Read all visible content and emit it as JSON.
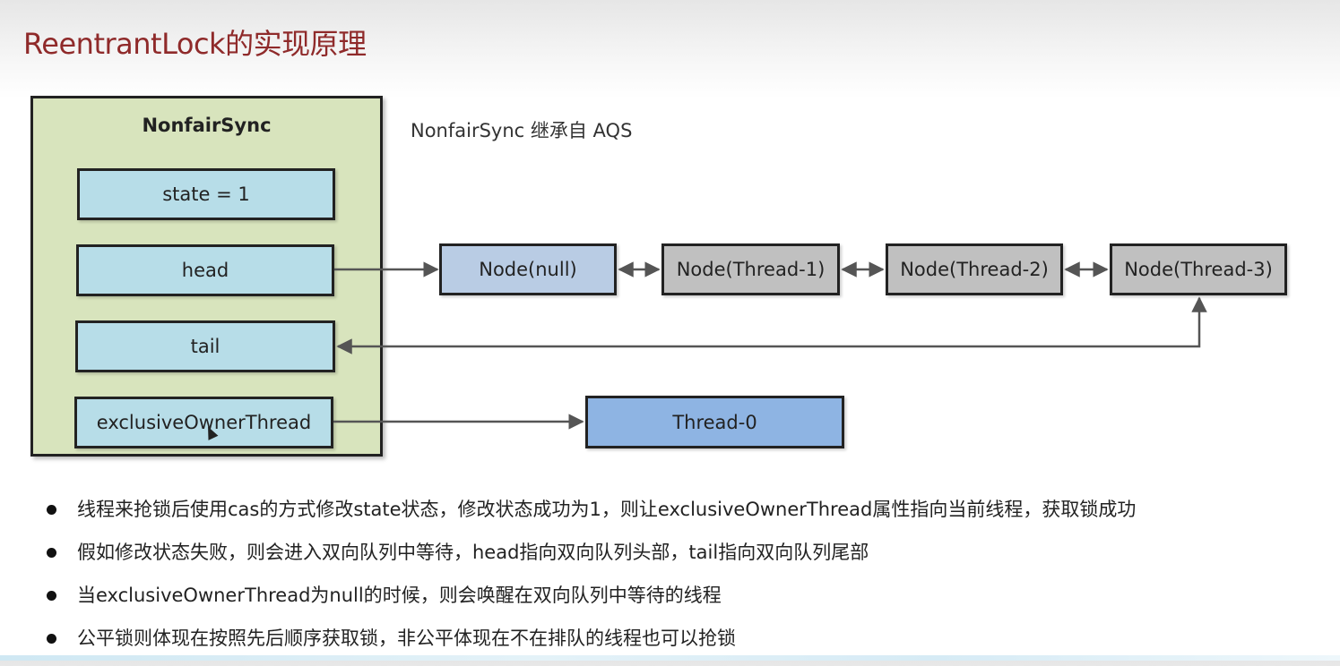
{
  "slide": {
    "title": "ReentrantLock的实现原理",
    "note": "NonfairSync 继承自 AQS"
  },
  "sync": {
    "title": "NonfairSync",
    "fields": {
      "state": "state = 1",
      "head": "head",
      "tail": "tail",
      "owner": "exclusiveOwnerThread"
    }
  },
  "queue": {
    "nodes": [
      "Node(null)",
      "Node(Thread-1)",
      "Node(Thread-2)",
      "Node(Thread-3)"
    ]
  },
  "owner_thread": "Thread-0",
  "bullets": [
    "线程来抢锁后使用cas的方式修改state状态，修改状态成功为1，则让exclusiveOwnerThread属性指向当前线程，获取锁成功",
    "假如修改状态失败，则会进入双向队列中等待，head指向双向队列头部，tail指向双向队列尾部",
    "当exclusiveOwnerThread为null的时候，则会唤醒在双向队列中等待的线程",
    "公平锁则体现在按照先后顺序获取锁，非公平体现在不在排队的线程也可以抢锁"
  ],
  "colors": {
    "title": "#8f2a2a",
    "panel": "#d8e4bd",
    "field": "#b7dde8",
    "node_null": "#b9cce4",
    "node_thread": "#c0c0c0",
    "thread0": "#8eb4e3",
    "arrow": "#555555"
  }
}
